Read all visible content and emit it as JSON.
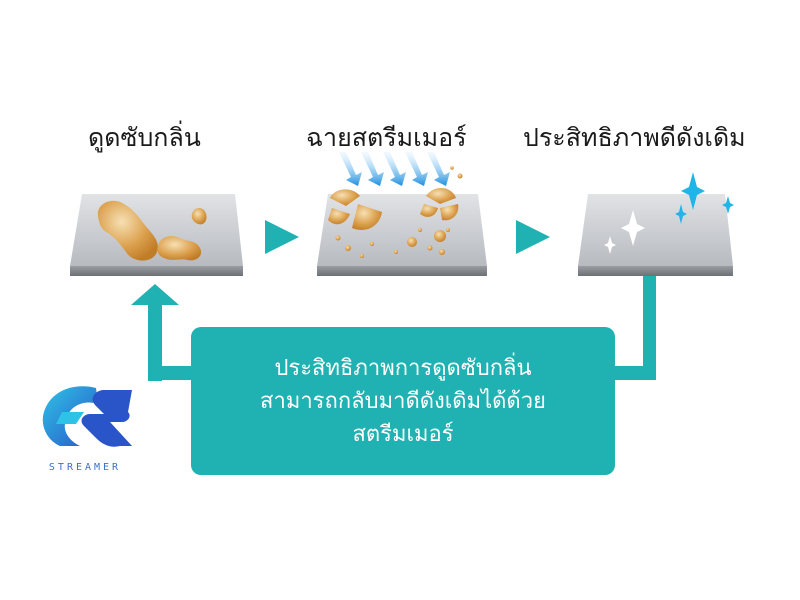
{
  "steps": [
    {
      "title": "ดูดซับกลิ่น",
      "icon": "odor-plate-icon"
    },
    {
      "title": "ฉายสตรีมเมอร์",
      "icon": "streamer-breakdown-plate-icon"
    },
    {
      "title": "ประสิทธิภาพดีดังเดิม",
      "icon": "clean-sparkle-plate-icon"
    }
  ],
  "note": {
    "lines": [
      "ประสิทธิภาพการดูดซับกลิ่น",
      "สามารถกลับมาดีดังเดิมได้ด้วย",
      "สตรีมเมอร์"
    ]
  },
  "logo": {
    "text": "STREAMER",
    "icon": "streamer-logo-icon"
  },
  "colors": {
    "accent": "#20b1b2",
    "plate_top": "#c9ccd1",
    "plate_edge": "#8d9095",
    "odor": "#d99a3c",
    "ray": "#3aa0e6",
    "sparkle": "#1fb5e8",
    "logo": "#2f6fd6"
  }
}
